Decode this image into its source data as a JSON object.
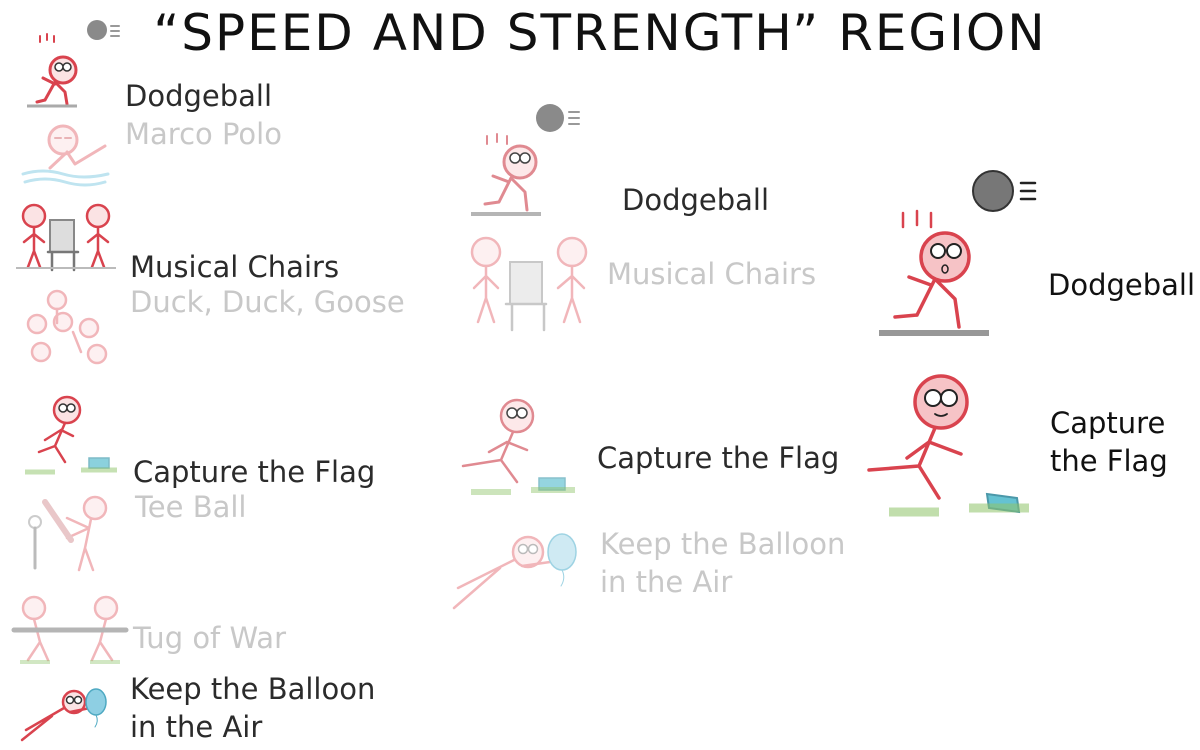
{
  "title": "“SPEED AND STRENGTH” REGION",
  "colors": {
    "figure": "#d9434e",
    "figure_faded": "#f1b6ba",
    "ball": "#8a8a8a",
    "flag": "#3fb3c8",
    "grass": "#8fc46a",
    "balloon": "#8ecfe3"
  },
  "column1": {
    "items": [
      {
        "label": "Dodgeball",
        "state": "dark"
      },
      {
        "label": "Marco Polo",
        "state": "faded"
      },
      {
        "label": "Musical Chairs",
        "state": "dark"
      },
      {
        "label": "Duck, Duck, Goose",
        "state": "faded"
      },
      {
        "label": "Capture the Flag",
        "state": "dark"
      },
      {
        "label": "Tee Ball",
        "state": "faded"
      },
      {
        "label": "Tug of War",
        "state": "faded"
      },
      {
        "label": "Keep the Balloon in the Air",
        "line1": "Keep the Balloon",
        "line2": "in the Air",
        "state": "dark"
      }
    ]
  },
  "column2": {
    "items": [
      {
        "label": "Dodgeball",
        "state": "dark"
      },
      {
        "label": "Musical Chairs",
        "state": "faded"
      },
      {
        "label": "Capture the Flag",
        "state": "dark"
      },
      {
        "label": "Keep the Balloon in the Air",
        "line1": "Keep the Balloon",
        "line2": "in the Air",
        "state": "faded"
      }
    ]
  },
  "column3": {
    "items": [
      {
        "label": "Dodgeball",
        "state": "black"
      },
      {
        "label": "Capture the Flag",
        "line1": "Capture",
        "line2": "the Flag",
        "state": "black"
      }
    ]
  }
}
